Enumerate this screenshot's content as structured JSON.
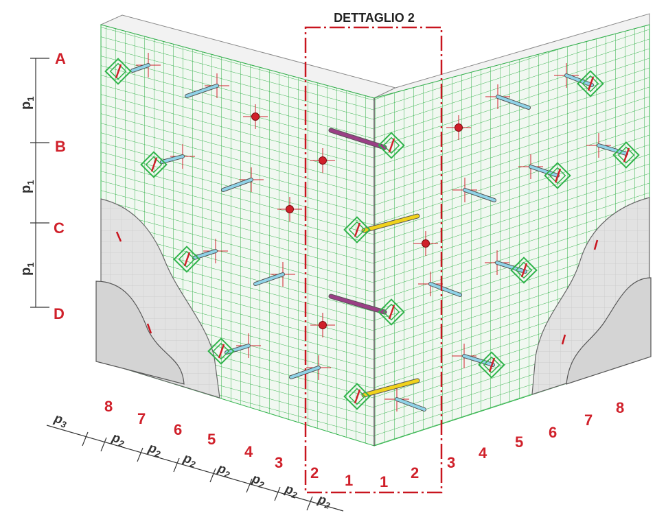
{
  "detail_title": "DETTAGLIO 2",
  "row_labels": [
    "A",
    "B",
    "C",
    "D"
  ],
  "row_spacing_label": "p",
  "row_spacing_sub": "1",
  "left_col_numbers": [
    "8",
    "7",
    "6",
    "5",
    "4",
    "3",
    "2",
    "1"
  ],
  "right_col_numbers": [
    "1",
    "2",
    "3",
    "4",
    "5",
    "6",
    "7",
    "8"
  ],
  "spacing_labels": {
    "p2": "p",
    "p2_sub": "2",
    "p3": "p",
    "p3_sub": "3"
  },
  "colors": {
    "mesh": "#2fb34a",
    "wall_fill": "#eef5ee",
    "plaster": "#d8d8d8",
    "red": "#d0202a",
    "connector_blue": "#8fd3e8",
    "connector_yellow": "#f0d21c",
    "connector_purple": "#9b3f86",
    "detail_frame": "#c8141e"
  }
}
